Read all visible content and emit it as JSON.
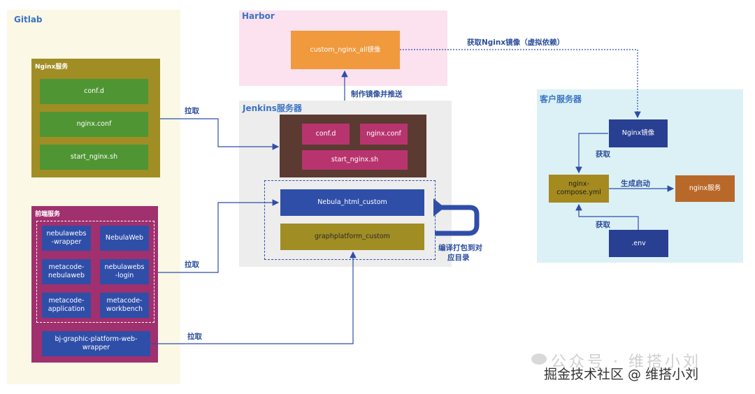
{
  "gitlab": {
    "title": "Gitlab",
    "nginx_service": {
      "title": "Nginx服务",
      "items": [
        "conf.d",
        "nginx.conf",
        "start_nginx.sh"
      ]
    },
    "frontend_service": {
      "title": "前端服务",
      "items": [
        "nebulawebs\n-wrapper",
        "NebulaWeb",
        "metacode-\nnebulaweb",
        "nebulawebs\n-login",
        "metacode-\napplication",
        "metacode-\nworkbench"
      ],
      "bottom_item": "bj-graphic-platform-web-\nwrapper"
    }
  },
  "harbor": {
    "title": "Harbor",
    "image": "custom_nginx_all镜像"
  },
  "jenkins": {
    "title": "Jenkins服务器",
    "nginx_files": [
      "conf.d",
      "nginx.conf",
      "start_nginx.sh"
    ],
    "nebula_html": "Nebula_html_custom",
    "graphplatform": "graphplatform_custom"
  },
  "customer": {
    "title": "客户服务器",
    "nginx_image": "Nginx镜像",
    "compose": "nginx-\ncompose.yml",
    "nginx_service": "nginx服务",
    "env": ".env"
  },
  "labels": {
    "pull_1": "拉取",
    "pull_2": "拉取",
    "pull_3": "拉取",
    "build_push": "制作镜像并推送",
    "fetch_image": "获取Nginx镜像（虚拟依赖）",
    "fetch_1": "获取",
    "fetch_2": "获取",
    "generate_start": "生成启动",
    "compile_line1": "编译打包到对",
    "compile_line2": "应目录"
  },
  "watermark": {
    "line1": "公众号 · 维搭小刘",
    "line2": "掘金技术社区 @ 维搭小刘"
  },
  "colors": {
    "gitlab_bg": "#fbf8e6",
    "harbor_bg": "#fce1ef",
    "jenkins_bg": "#ededed",
    "customer_bg": "#dbf1f6",
    "olive": "#a08d24",
    "green": "#4f9534",
    "magenta": "#a0306e",
    "blue": "#2f4ea8",
    "brown": "#5a3a31",
    "pink": "#b8346f",
    "orange": "#f0993d",
    "navy": "#283f92",
    "gold": "#a58a1f",
    "rust": "#b8692a"
  }
}
